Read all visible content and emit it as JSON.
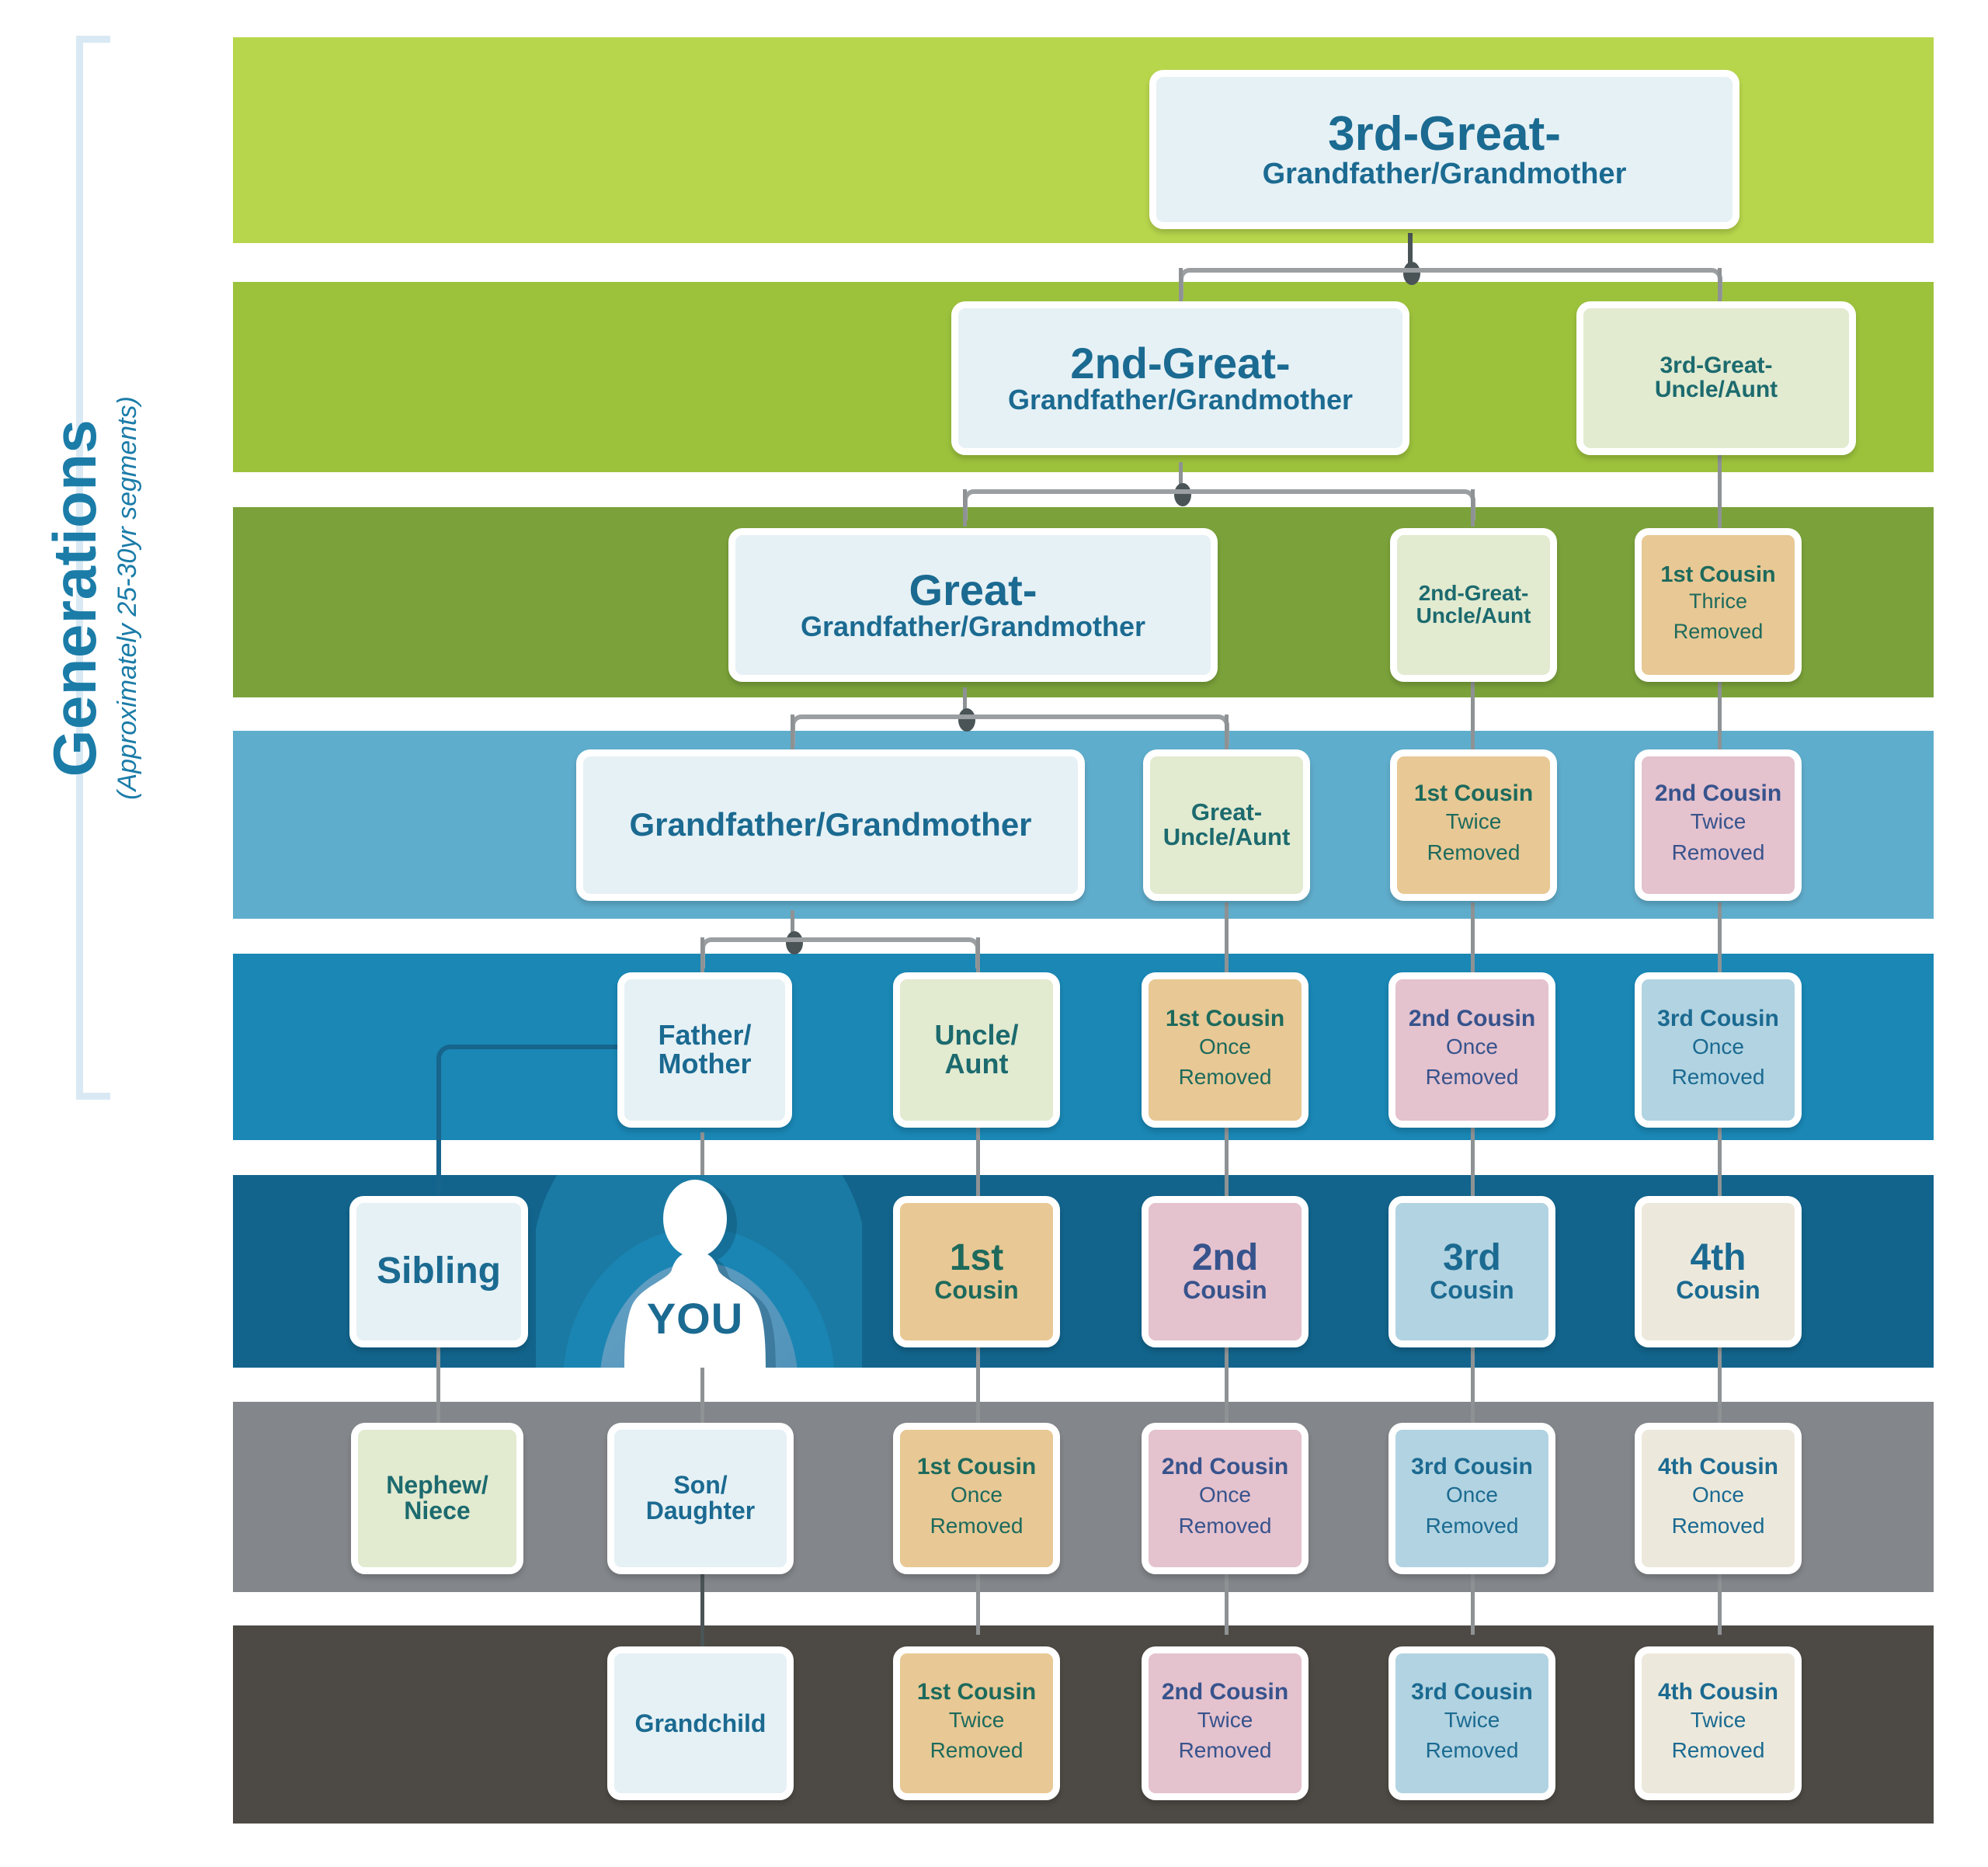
{
  "axis": {
    "title": "Generations",
    "subtitle": "(Approximately 25-30yr segments)"
  },
  "you": {
    "label": "YOU"
  },
  "colors": {
    "band1": "#b8d64c",
    "band2": "#9cc23c",
    "band3": "#7ba23a",
    "band4": "#5fadcc",
    "band5": "#1a87b5",
    "band6": "#12648c",
    "band7": "#83868a",
    "band8": "#4d4944",
    "node_blue": "#e6f1f5",
    "node_green": "#e2ead0",
    "node_tan": "#e8c894",
    "node_pink": "#e4c2ce",
    "node_ltblue": "#b2d3e1",
    "node_cream": "#ece9dc",
    "text_blue": "#1b6a91",
    "bracket": "#d9e9f4",
    "connector": "#9b9fa1"
  },
  "generations": [
    {
      "id": "g1",
      "band_color": "#b8d64c",
      "nodes": [
        {
          "id": "n-3rd-great-gp",
          "title": "3rd-Great-",
          "subtitle": "Grandfather/Grandmother",
          "style": "blue"
        }
      ]
    },
    {
      "id": "g2",
      "band_color": "#9cc23c",
      "nodes": [
        {
          "id": "n-2nd-great-gp",
          "title": "2nd-Great-",
          "subtitle": "Grandfather/Grandmother",
          "style": "blue"
        },
        {
          "id": "n-3rd-great-uncle",
          "title": "3rd-Great-",
          "subtitle": "Uncle/Aunt",
          "style": "green"
        }
      ]
    },
    {
      "id": "g3",
      "band_color": "#7ba23a",
      "nodes": [
        {
          "id": "n-great-gp",
          "title": "Great-",
          "subtitle": "Grandfather/Grandmother",
          "style": "blue"
        },
        {
          "id": "n-2nd-great-uncle",
          "title": "2nd-Great-",
          "subtitle": "Uncle/Aunt",
          "style": "green"
        },
        {
          "id": "n-1c-thrice",
          "title": "1st Cousin",
          "sub1": "Thrice",
          "sub2": "Removed",
          "style": "tan"
        }
      ]
    },
    {
      "id": "g4",
      "band_color": "#5fadcc",
      "nodes": [
        {
          "id": "n-gp",
          "title": "Grandfather/Grandmother",
          "style": "blue"
        },
        {
          "id": "n-great-uncle",
          "title": "Great-",
          "subtitle": "Uncle/Aunt",
          "style": "green"
        },
        {
          "id": "n-1c-twice",
          "title": "1st Cousin",
          "sub1": "Twice",
          "sub2": "Removed",
          "style": "tan"
        },
        {
          "id": "n-2c-twice",
          "title": "2nd Cousin",
          "sub1": "Twice",
          "sub2": "Removed",
          "style": "pink"
        }
      ]
    },
    {
      "id": "g5",
      "band_color": "#1a87b5",
      "nodes": [
        {
          "id": "n-parent",
          "title": "Father/",
          "subtitle": "Mother",
          "style": "blue"
        },
        {
          "id": "n-uncle",
          "title": "Uncle/",
          "subtitle": "Aunt",
          "style": "green"
        },
        {
          "id": "n-1c-once-up",
          "title": "1st Cousin",
          "sub1": "Once",
          "sub2": "Removed",
          "style": "tan"
        },
        {
          "id": "n-2c-once-up",
          "title": "2nd Cousin",
          "sub1": "Once",
          "sub2": "Removed",
          "style": "pink"
        },
        {
          "id": "n-3c-once-up",
          "title": "3rd Cousin",
          "sub1": "Once",
          "sub2": "Removed",
          "style": "ltblue"
        }
      ]
    },
    {
      "id": "g6",
      "band_color": "#12648c",
      "nodes": [
        {
          "id": "n-sibling",
          "title": "Sibling",
          "style": "blue"
        },
        {
          "id": "n-1c",
          "title": "1st",
          "subtitle": "Cousin",
          "style": "tan"
        },
        {
          "id": "n-2c",
          "title": "2nd",
          "subtitle": "Cousin",
          "style": "pink"
        },
        {
          "id": "n-3c",
          "title": "3rd",
          "subtitle": "Cousin",
          "style": "ltblue"
        },
        {
          "id": "n-4c",
          "title": "4th",
          "subtitle": "Cousin",
          "style": "cream"
        }
      ]
    },
    {
      "id": "g7",
      "band_color": "#83868a",
      "nodes": [
        {
          "id": "n-nephew",
          "title": "Nephew/",
          "subtitle": "Niece",
          "style": "green"
        },
        {
          "id": "n-child",
          "title": "Son/",
          "subtitle": "Daughter",
          "style": "blue"
        },
        {
          "id": "n-1c-once-dn",
          "title": "1st Cousin",
          "sub1": "Once",
          "sub2": "Removed",
          "style": "tan"
        },
        {
          "id": "n-2c-once-dn",
          "title": "2nd Cousin",
          "sub1": "Once",
          "sub2": "Removed",
          "style": "pink"
        },
        {
          "id": "n-3c-once-dn",
          "title": "3rd Cousin",
          "sub1": "Once",
          "sub2": "Removed",
          "style": "ltblue"
        },
        {
          "id": "n-4c-once-dn",
          "title": "4th Cousin",
          "sub1": "Once",
          "sub2": "Removed",
          "style": "cream"
        }
      ]
    },
    {
      "id": "g8",
      "band_color": "#4d4944",
      "nodes": [
        {
          "id": "n-grandchild",
          "title": "Grandchild",
          "style": "blue"
        },
        {
          "id": "n-1c-twice-dn",
          "title": "1st Cousin",
          "sub1": "Twice",
          "sub2": "Removed",
          "style": "tan"
        },
        {
          "id": "n-2c-twice-dn",
          "title": "2nd Cousin",
          "sub1": "Twice",
          "sub2": "Removed",
          "style": "pink"
        },
        {
          "id": "n-3c-twice-dn",
          "title": "3rd Cousin",
          "sub1": "Twice",
          "sub2": "Removed",
          "style": "ltblue"
        },
        {
          "id": "n-4c-twice-dn",
          "title": "4th Cousin",
          "sub1": "Twice",
          "sub2": "Removed",
          "style": "cream"
        }
      ]
    }
  ]
}
